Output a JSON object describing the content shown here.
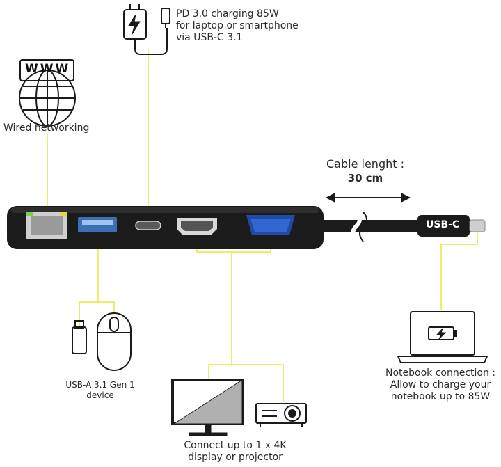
{
  "colors": {
    "connector_line": "#e3e83a",
    "hub_body": "#1b1b1b",
    "icon_stroke": "#1a1a1a"
  },
  "charging": {
    "line1": "PD 3.0 charging 85W",
    "line2": "for laptop or smartphone",
    "line3": "via USB-C 3.1",
    "icon": "charger-icon"
  },
  "network": {
    "www": "WWW",
    "label": "Wired networking",
    "icon": "globe-icon"
  },
  "cable": {
    "line1": "Cable lenght :",
    "line2": "30 cm",
    "plug_label": "USB-C"
  },
  "usb_a": {
    "line1": "USB-A 3.1 Gen 1",
    "line2": "device",
    "icons": [
      "usb-stick-icon",
      "mouse-icon"
    ]
  },
  "display": {
    "line1": "Connect up to 1 x 4K",
    "line2": "display or projector",
    "icons": [
      "monitor-icon",
      "projector-icon"
    ]
  },
  "notebook": {
    "line1": "Notebook connection :",
    "line2": "Allow to  charge your",
    "line3": "notebook up to 85W",
    "icon": "laptop-battery-icon"
  }
}
